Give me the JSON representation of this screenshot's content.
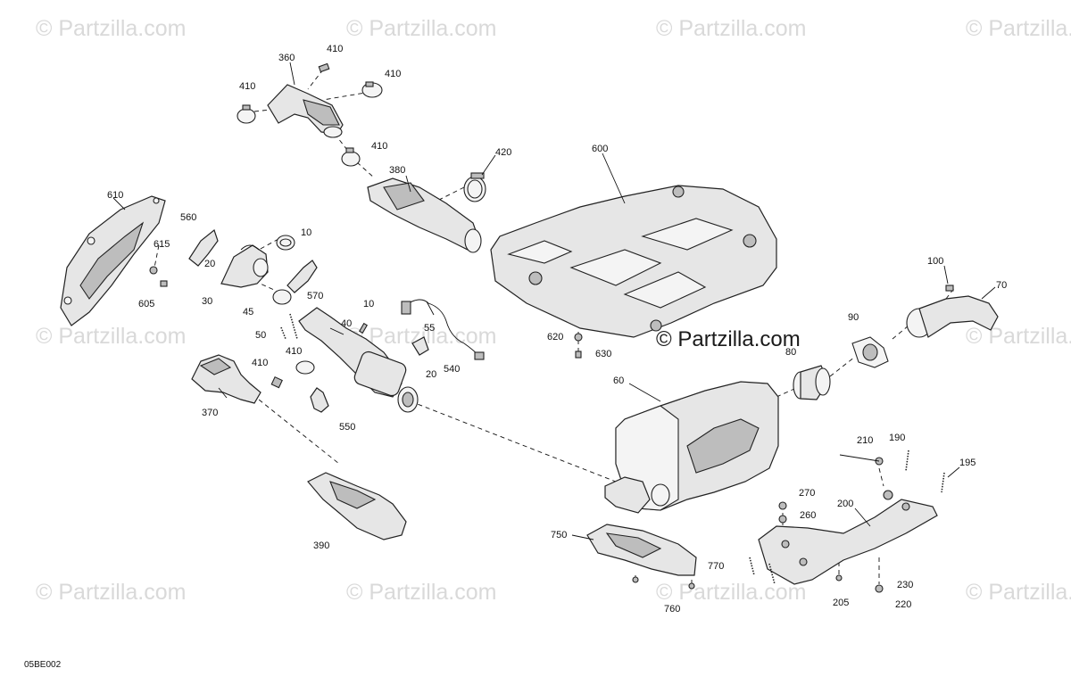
{
  "watermark": "© Partzilla.com",
  "center_watermark": "© Partzilla.com",
  "diagram_code": "05BE002",
  "callouts": [
    {
      "id": "c-360",
      "label": "360"
    },
    {
      "id": "c-410a",
      "label": "410"
    },
    {
      "id": "c-410b",
      "label": "410"
    },
    {
      "id": "c-410c",
      "label": "410"
    },
    {
      "id": "c-410d",
      "label": "410"
    },
    {
      "id": "c-410e",
      "label": "410"
    },
    {
      "id": "c-410f",
      "label": "410"
    },
    {
      "id": "c-420",
      "label": "420"
    },
    {
      "id": "c-380",
      "label": "380"
    },
    {
      "id": "c-600",
      "label": "600"
    },
    {
      "id": "c-610",
      "label": "610"
    },
    {
      "id": "c-560",
      "label": "560"
    },
    {
      "id": "c-10a",
      "label": "10"
    },
    {
      "id": "c-20a",
      "label": "20"
    },
    {
      "id": "c-615",
      "label": "615"
    },
    {
      "id": "c-605",
      "label": "605"
    },
    {
      "id": "c-30",
      "label": "30"
    },
    {
      "id": "c-570",
      "label": "570"
    },
    {
      "id": "c-45",
      "label": "45"
    },
    {
      "id": "c-10b",
      "label": "10"
    },
    {
      "id": "c-40",
      "label": "40"
    },
    {
      "id": "c-55",
      "label": "55"
    },
    {
      "id": "c-50",
      "label": "50"
    },
    {
      "id": "c-20b",
      "label": "20"
    },
    {
      "id": "c-540",
      "label": "540"
    },
    {
      "id": "c-370",
      "label": "370"
    },
    {
      "id": "c-550",
      "label": "550"
    },
    {
      "id": "c-390",
      "label": "390"
    },
    {
      "id": "c-620",
      "label": "620"
    },
    {
      "id": "c-630",
      "label": "630"
    },
    {
      "id": "c-60",
      "label": "60"
    },
    {
      "id": "c-80",
      "label": "80"
    },
    {
      "id": "c-90",
      "label": "90"
    },
    {
      "id": "c-100",
      "label": "100"
    },
    {
      "id": "c-70",
      "label": "70"
    },
    {
      "id": "c-210",
      "label": "210"
    },
    {
      "id": "c-190",
      "label": "190"
    },
    {
      "id": "c-195",
      "label": "195"
    },
    {
      "id": "c-270",
      "label": "270"
    },
    {
      "id": "c-260",
      "label": "260"
    },
    {
      "id": "c-200",
      "label": "200"
    },
    {
      "id": "c-750",
      "label": "750"
    },
    {
      "id": "c-770",
      "label": "770"
    },
    {
      "id": "c-760",
      "label": "760"
    },
    {
      "id": "c-205",
      "label": "205"
    },
    {
      "id": "c-230",
      "label": "230"
    },
    {
      "id": "c-220",
      "label": "220"
    }
  ]
}
